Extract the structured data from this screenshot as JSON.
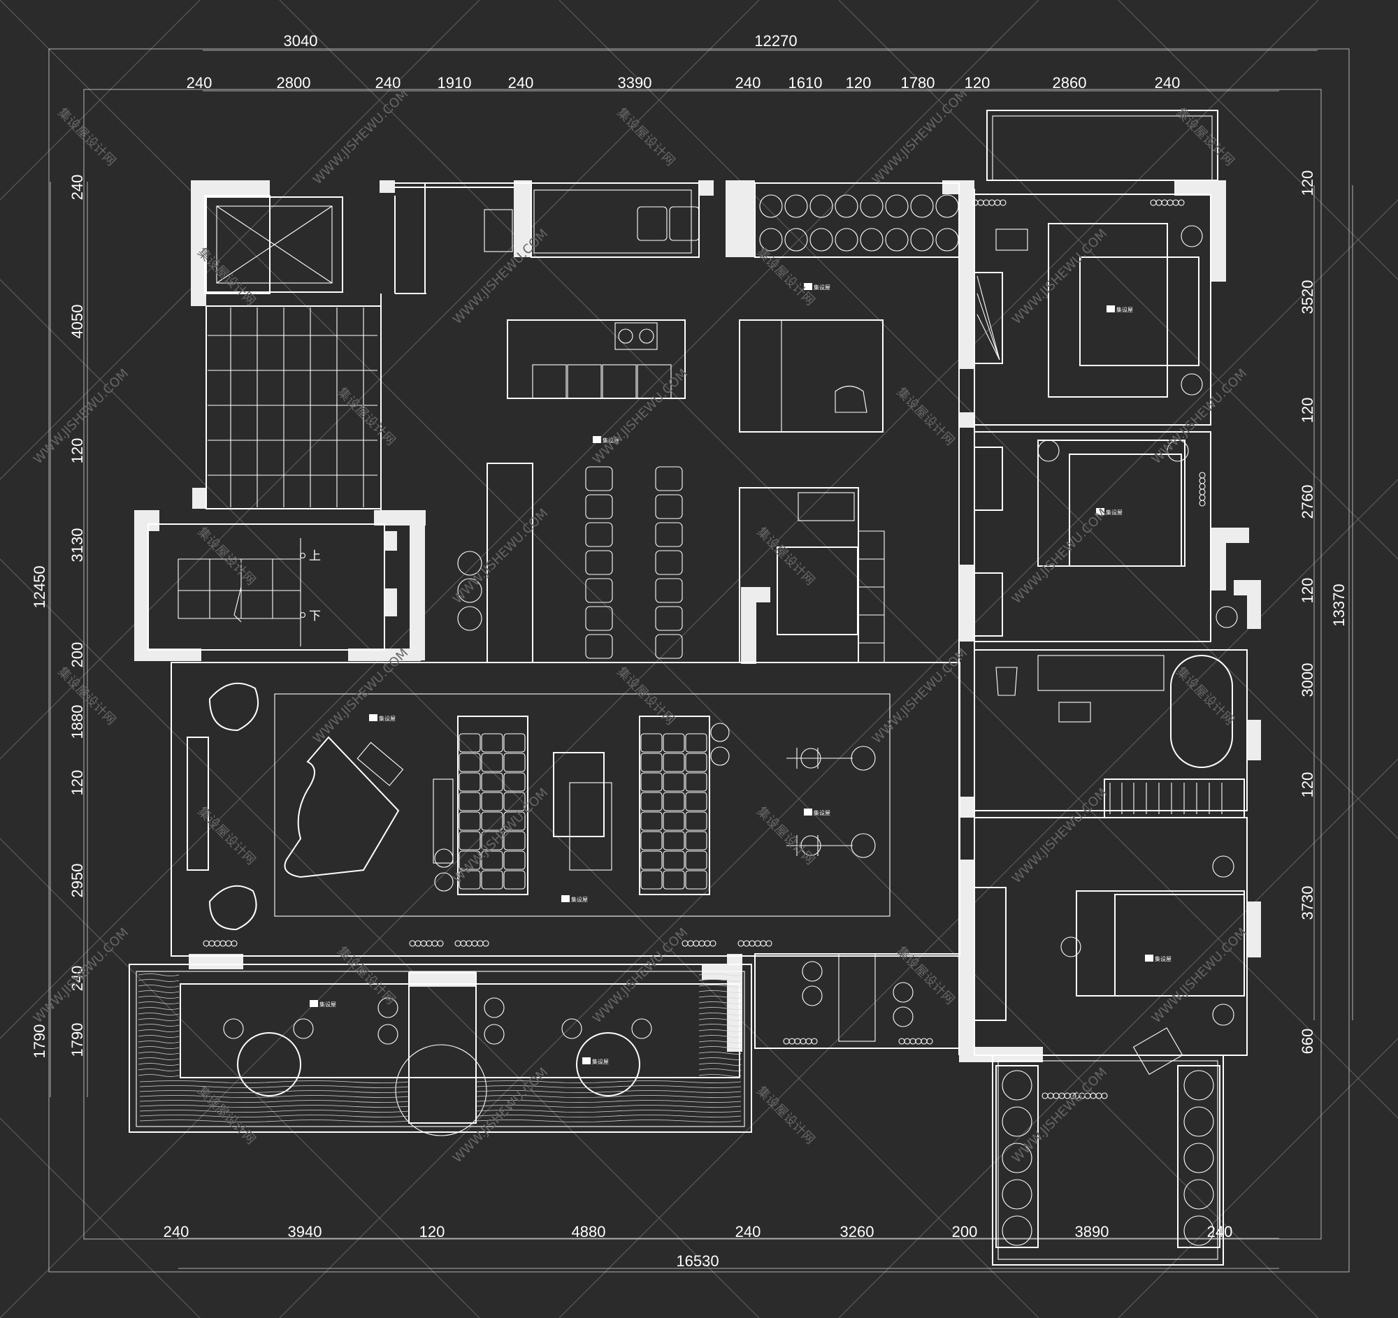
{
  "dimensions": {
    "top_outer": [
      "3040",
      "12270"
    ],
    "top_inner": [
      "240",
      "2800",
      "240",
      "1910",
      "240",
      "3390",
      "240",
      "1610",
      "120",
      "1780",
      "120",
      "2860",
      "240"
    ],
    "bottom_inner": [
      "240",
      "3940",
      "120",
      "4880",
      "240",
      "3260",
      "200",
      "3890",
      "240"
    ],
    "bottom_outer": [
      "16530"
    ],
    "left_inner": [
      "240",
      "4050",
      "120",
      "3130",
      "200",
      "1880",
      "120",
      "2950",
      "240",
      "1790"
    ],
    "left_outer": [
      "12450",
      "1790"
    ],
    "right_inner": [
      "120",
      "3520",
      "120",
      "2760",
      "120",
      "3000",
      "120",
      "3730",
      "660"
    ],
    "right_outer": [
      "13370"
    ]
  },
  "stair_labels": {
    "up": "上",
    "down": "下"
  },
  "watermark": {
    "cn": "集设屋设计网",
    "url": "WWW.JISHEWU.COM",
    "logo": "集设屋"
  },
  "colors": {
    "background": "#2b2b2b",
    "line": "#ffffff",
    "wall_fill": "#ededed",
    "watermark": "#5a5a5a"
  }
}
